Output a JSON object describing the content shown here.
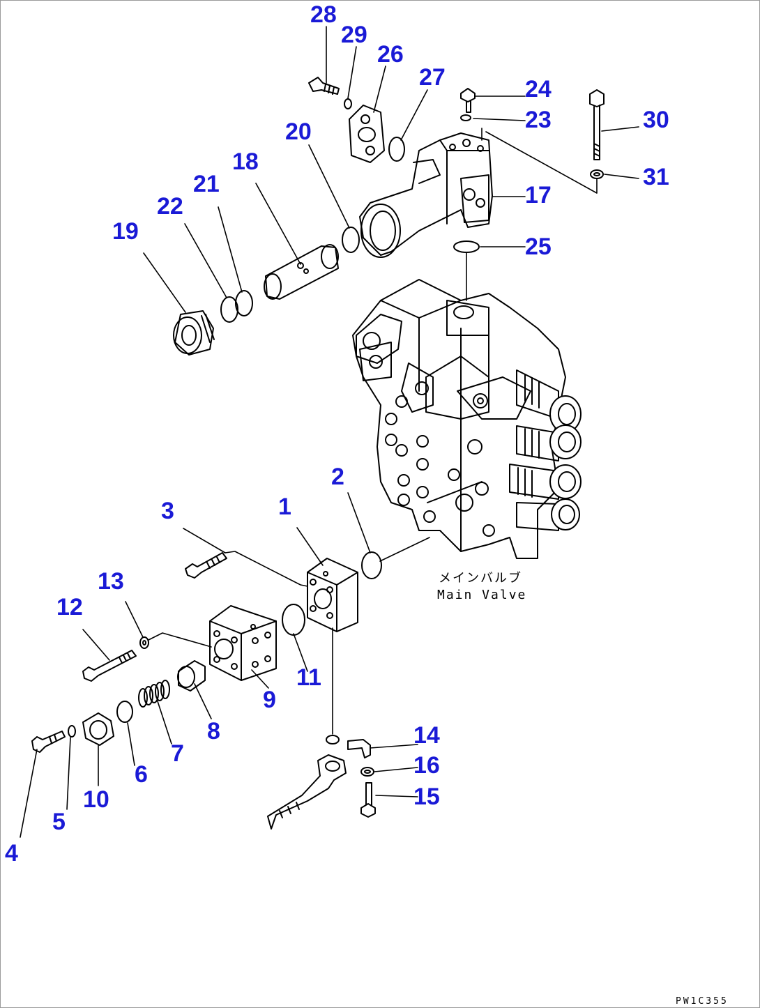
{
  "diagram": {
    "caption_jp": "メインバルブ",
    "caption_en": "Main Valve",
    "code": "PW1C355",
    "label_color": "#1a1ad6",
    "parts": [
      "1",
      "2",
      "3",
      "4",
      "5",
      "6",
      "7",
      "8",
      "9",
      "10",
      "11",
      "12",
      "13",
      "14",
      "15",
      "16",
      "17",
      "18",
      "19",
      "20",
      "21",
      "22",
      "23",
      "24",
      "25",
      "26",
      "27",
      "28",
      "29",
      "30",
      "31"
    ]
  }
}
